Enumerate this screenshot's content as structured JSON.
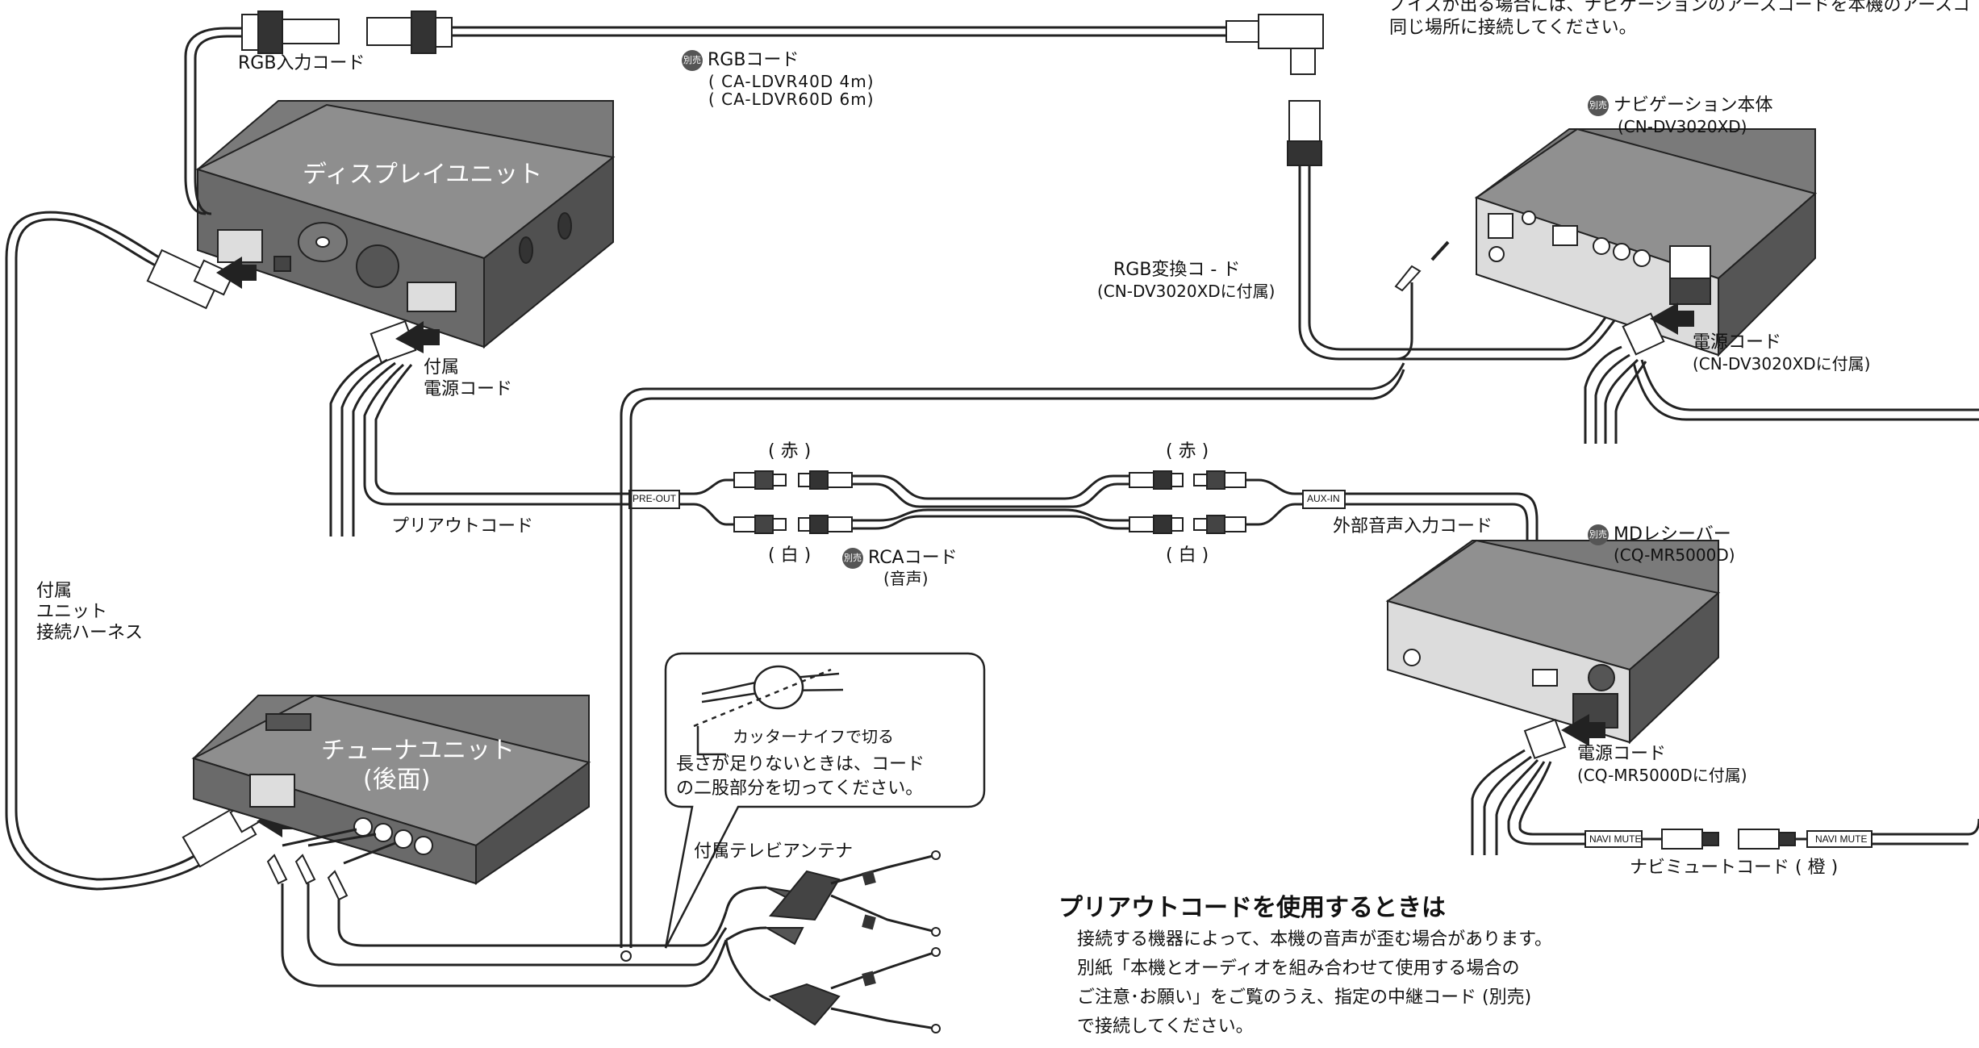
{
  "top_note": {
    "line1": "ノイズが出る場合には、ナビゲーションのアースコードを本機のアースコ",
    "line2": "同じ場所に接続してください。"
  },
  "labels": {
    "rgb_input_cord": "RGB入力コード",
    "rgb_cord_badge": "別売",
    "rgb_cord_name": "RGBコード",
    "rgb_cord_model1": "( CA-LDVR40D  4m)",
    "rgb_cord_model2": "( CA-LDVR60D  6m)",
    "navi_badge": "別売",
    "navi_name": "ナビゲーション本体",
    "navi_model": "(CN-DV3020XD)",
    "display_unit": "ディスプレイユニット",
    "rgb_conv_cord": "RGB変換コ - ド",
    "rgb_conv_cord_note": "(CN-DV3020XDに付属)",
    "power_cord_navi": "電源コード",
    "power_cord_navi_note": "(CN-DV3020XDに付属)",
    "supplied_power_1": "付属",
    "supplied_power_2": "電源コード",
    "red_left": "( 赤 )",
    "red_right": "( 赤 )",
    "white_left": "( 白 )",
    "white_right": "( 白 )",
    "preout_tag": "PRE-OUT",
    "auxin_tag": "AUX-IN",
    "preout_cord": "プリアウトコード",
    "ext_audio_cord": "外部音声入力コード",
    "rca_badge": "別売",
    "rca_cord": "RCAコード",
    "rca_note": "(音声)",
    "md_badge": "別売",
    "md_name": "MDレシーバー",
    "md_model": "(CQ-MR5000D)",
    "harness_1": "付属",
    "harness_2": "ユニット",
    "harness_3": "接続ハーネス",
    "tuner_unit_1": "チューナユニット",
    "tuner_unit_2": "(後面)",
    "cutter_label": "カッターナイフで切る",
    "callout_line1": "長さが足りないときは、コード",
    "callout_line2": "の二股部分を切ってください。",
    "tv_antenna": "付属テレビアンテナ",
    "power_cord_md": "電源コード",
    "power_cord_md_note": "(CQ-MR5000Dに付属)",
    "navi_mute_tag_left": "NAVI MUTE",
    "navi_mute_tag_right": "NAVI MUTE",
    "navi_mute_cord": "ナビミュートコード ( 橙 )"
  },
  "preout_note": {
    "heading": "プリアウトコードを使用するときは",
    "line1": "接続する機器によって、本機の音声が歪む場合があります。",
    "line2": "別紙「本機とオーディオを組み合わせて使用する場合の",
    "line3": "ご注意･お願い」をご覧のうえ、指定の中継コード (別売)",
    "line4": "で接続してください。"
  },
  "colors": {
    "unit_dark": "#6b6b6b",
    "unit_top": "#8a8a8a",
    "unit_side": "#4e4e4e",
    "line": "#222222",
    "badge": "#555555"
  },
  "icons": [
    "rgb-connector-icon",
    "rca-plug-icon",
    "power-connector-icon",
    "antenna-icon",
    "cutter-icon"
  ]
}
